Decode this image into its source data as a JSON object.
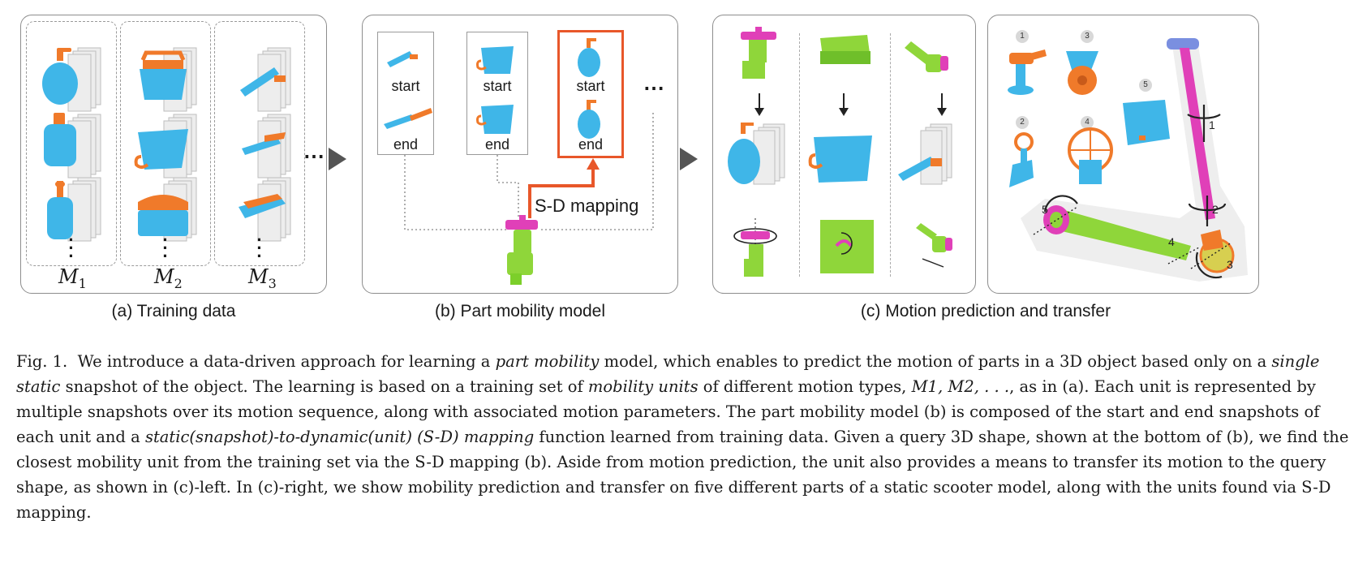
{
  "panels": {
    "a": {
      "label": "(a) Training data",
      "mlabels": [
        "M",
        "M",
        "M"
      ],
      "msubs": [
        "1",
        "2",
        "3"
      ],
      "ellipsis": "⋯"
    },
    "b": {
      "label": "(b) Part mobility model",
      "start": "start",
      "end": "end",
      "sd_mapping": "S-D mapping",
      "ellipsis": "⋯"
    },
    "c": {
      "label": "(c) Motion prediction and transfer",
      "unit_numbers": [
        "1",
        "2",
        "3",
        "4",
        "5"
      ],
      "scooter_numbers": [
        "1",
        "2",
        "3",
        "4",
        "5"
      ]
    }
  },
  "caption": {
    "prefix": "Fig. 1.",
    "p1": "We introduce a data-driven approach for learning a ",
    "e1": "part mobility",
    "p2": " model, which enables to predict the motion of parts in a 3D object based only on a ",
    "e2": "single static",
    "p3": " snapshot of the object. The learning is based on a training set of ",
    "e3": "mobility units",
    "p4": " of different motion types, ",
    "p5": ", as in (a). Each unit is represented by multiple snapshots over its motion sequence, along with associated motion parameters. The part mobility model (b) is composed of the start and end snapshots of each unit and a ",
    "e4": "static(snapshot)-to-dynamic(unit) (S-D) mapping",
    "p6": " function learned from training data. Given a query 3D shape, shown at the bottom of (b), we find the closest mobility unit from the training set via the S-D mapping (b). Aside from motion prediction, the unit also provides a means to transfer its motion to the query shape, as shown in (c)-left. In (c)-right, we show mobility prediction and transfer on five different parts of a static scooter model, along with the units found via S-D mapping.",
    "m_list": "M1, M2, . . ."
  },
  "colors": {
    "blue": "#3fb6e8",
    "orange": "#f07a2a",
    "green": "#8fd63a",
    "magenta": "#e040b8",
    "highlight": "#e8572a"
  }
}
